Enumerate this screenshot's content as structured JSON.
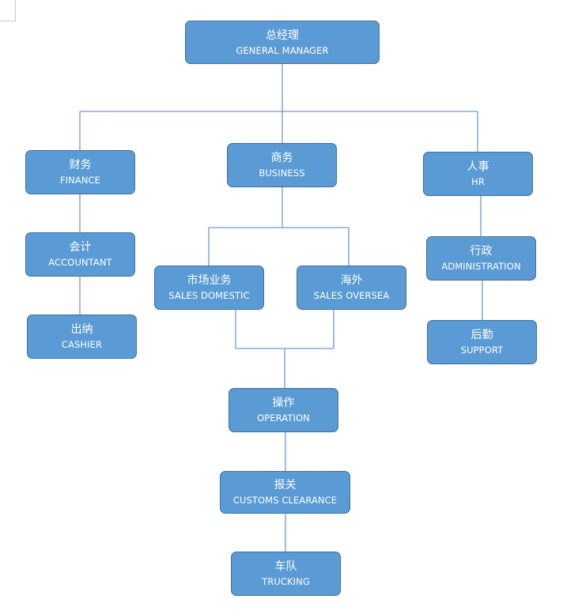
{
  "nodes": {
    "general_manager": {
      "zh": "总经理",
      "en": "GENERAL MANAGER"
    },
    "finance": {
      "zh": "财务",
      "en": "FINANCE"
    },
    "business": {
      "zh": "商务",
      "en": "BUSINESS"
    },
    "hr": {
      "zh": "人事",
      "en": "HR"
    },
    "accountant": {
      "zh": "会计",
      "en": "ACCOUNTANT"
    },
    "cashier": {
      "zh": "出纳",
      "en": "CASHIER"
    },
    "sales_domestic": {
      "zh": "市场业务",
      "en": "SALES DOMESTIC"
    },
    "sales_oversea": {
      "zh": "海外",
      "en": "SALES OVERSEA"
    },
    "administration": {
      "zh": "行政",
      "en": "ADMINISTRATION"
    },
    "support": {
      "zh": "后勤",
      "en": "SUPPORT"
    },
    "operation": {
      "zh": "操作",
      "en": "OPERATION"
    },
    "customs_clearance": {
      "zh": "报关",
      "en": "CUSTOMS CLEARANCE"
    },
    "trucking": {
      "zh": "车队",
      "en": "TRUCKING"
    }
  },
  "colors": {
    "node_fill": "#5b9bd5",
    "node_border": "#41719c",
    "connector": "#6d9bd2",
    "text": "#ffffff"
  }
}
